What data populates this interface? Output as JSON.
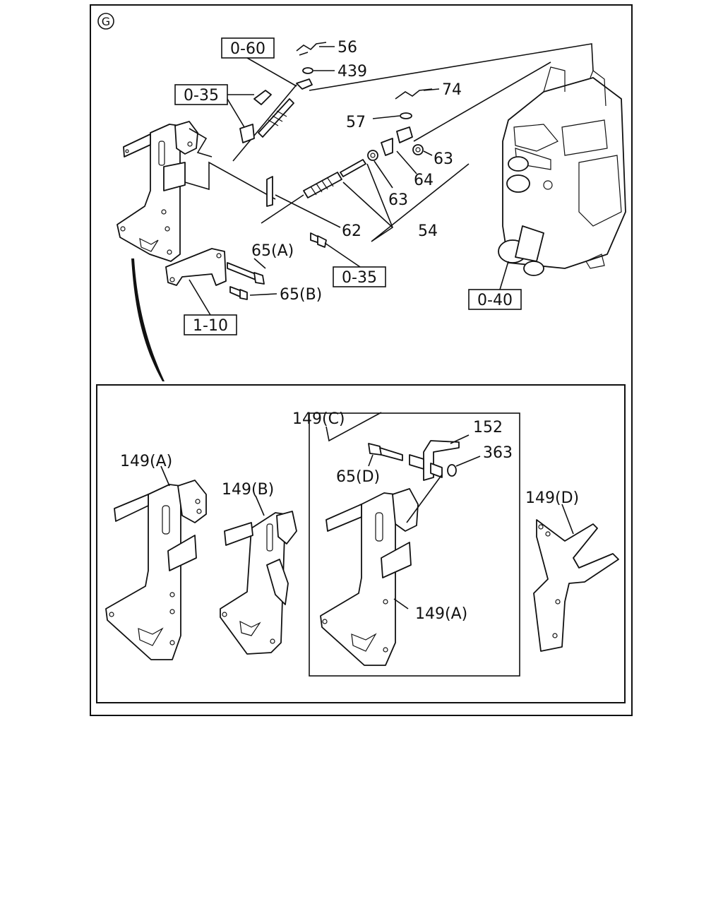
{
  "view_marker": "G",
  "ref_boxes": {
    "r060": "0-60",
    "r035a": "0-35",
    "r035b": "0-35",
    "r040": "0-40",
    "r110": "1-10"
  },
  "callouts": {
    "c56": "56",
    "c439": "439",
    "c74": "74",
    "c57": "57",
    "c63a": "63",
    "c64": "64",
    "c63b": "63",
    "c54": "54",
    "c62": "62",
    "c65a": "65(A)",
    "c65b": "65(B)"
  },
  "detail": {
    "c149a": "149(A)",
    "c149b": "149(B)",
    "c149c": "149(C)",
    "c152": "152",
    "c363": "363",
    "c65d": "65(D)",
    "c149a2": "149(A)",
    "c149d": "149(D)"
  }
}
